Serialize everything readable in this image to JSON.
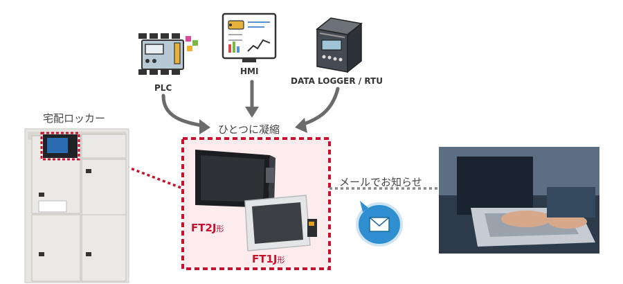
{
  "labels": {
    "plc": "PLC",
    "hmi": "HMI",
    "logger": "DATA LOGGER / RTU",
    "merge": "ひとつに凝縮",
    "locker": "宅配ロッカー",
    "notify": "メールでお知らせ",
    "ft2j": "FT2J",
    "ft2j_suffix": "形",
    "ft1j": "FT1J",
    "ft1j_suffix": "形"
  },
  "colors": {
    "accent_red": "#c8102e",
    "arrow_gray": "#6b6b6b",
    "highlight_bg": "#fdecee",
    "mail_blue": "#2f8fd0"
  },
  "icons": [
    "plc-icon",
    "hmi-icon",
    "data-logger-icon",
    "mail-icon",
    "laptop-photo",
    "locker-photo",
    "ft2j-panel",
    "ft1j-panel"
  ]
}
